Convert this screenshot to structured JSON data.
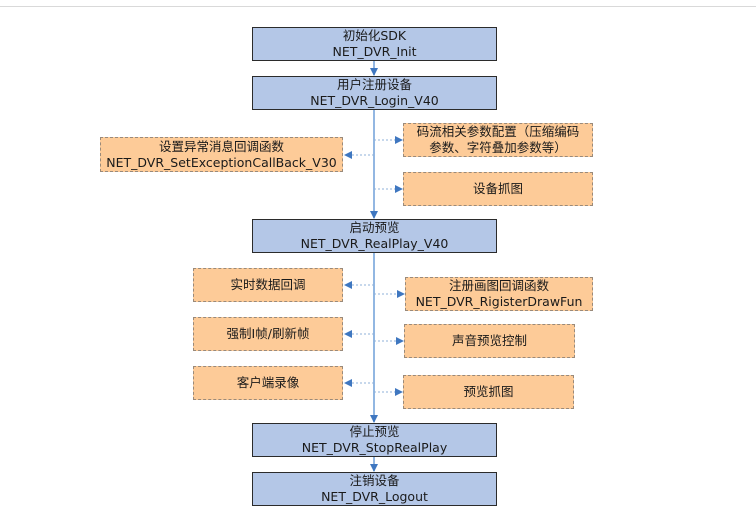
{
  "colors": {
    "main_box": "#b4c7e7",
    "side_box": "#fdcb98",
    "connector": "#5b8fcf"
  },
  "main_steps": [
    {
      "title": "初始化SDK",
      "func": "NET_DVR_Init"
    },
    {
      "title": "用户注册设备",
      "func": "NET_DVR_Login_V40"
    },
    {
      "title": "启动预览",
      "func": "NET_DVR_RealPlay_V40"
    },
    {
      "title": "停止预览",
      "func": "NET_DVR_StopRealPlay"
    },
    {
      "title": "注销设备",
      "func": "NET_DVR_Logout"
    }
  ],
  "login_branches": {
    "left": [
      {
        "title": "设置异常消息回调函数",
        "func": "NET_DVR_SetExceptionCallBack_V30"
      }
    ],
    "right": [
      {
        "title": "码流相关参数配置（压缩编码",
        "func": "参数、字符叠加参数等）"
      },
      {
        "title": "设备抓图"
      }
    ]
  },
  "preview_branches": {
    "left": [
      {
        "title": "实时数据回调"
      },
      {
        "title": "强制I帧/刷新帧"
      },
      {
        "title": "客户端录像"
      }
    ],
    "right": [
      {
        "title": "注册画图回调函数",
        "func": "NET_DVR_RigisterDrawFun"
      },
      {
        "title": "声音预览控制"
      },
      {
        "title": "预览抓图"
      }
    ]
  }
}
